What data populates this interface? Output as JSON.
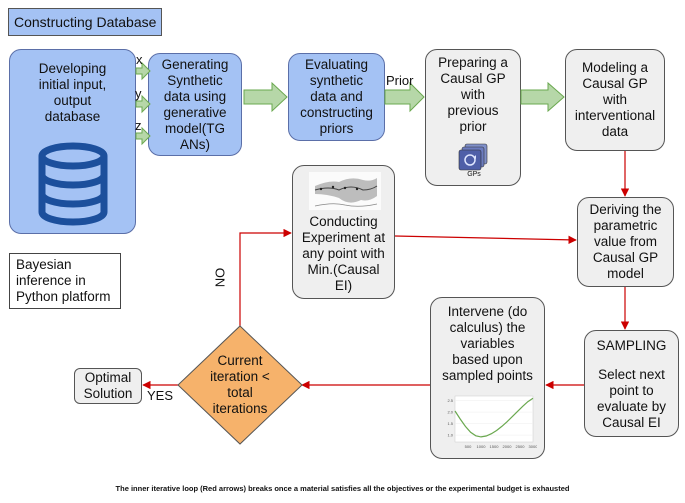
{
  "title": "Constructing Database",
  "nodes": {
    "developing": "Developing\ninitial input,\noutput\ndatabase",
    "generating": "Generating\nSynthetic\ndata using\ngenerative\nmodel(TG\nANs)",
    "evaluating": "Evaluating\nsynthetic\ndata and\nconstructing\npriors",
    "preparing": "Preparing a\nCausal GP\nwith\nprevious\nprior",
    "modeling": "Modeling a\nCausal GP\nwith\ninterventional\ndata",
    "deriving": "Deriving the\nparametric\nvalue from\nCausal GP\nmodel",
    "sampling_title": "SAMPLING",
    "sampling_body": "Select next\npoint to\nevaluate by\nCausal EI",
    "intervene": "Intervene (do\ncalculus) the\nvariables\nbased upon\nsampled points",
    "conducting": "Conducting\nExperiment at\nany point with\nMin.(Causal\nEI)",
    "decision": "Current\niteration <\ntotal\niterations",
    "optimal": "Optimal\nSolution",
    "bayesian": "Bayesian\ninference in\nPython platform"
  },
  "labels": {
    "x": "x",
    "y": "y",
    "z": "z",
    "prior": "Prior",
    "no": "NO",
    "yes": "YES",
    "gps": "GPs"
  },
  "chart_data": {
    "type": "line",
    "x": [
      0,
      200,
      400,
      600,
      800,
      1000,
      1200,
      1400,
      1600,
      1800,
      2000,
      2200,
      2400,
      2600,
      2800,
      3000
    ],
    "values": [
      2.05,
      1.7,
      1.38,
      1.12,
      0.97,
      0.92,
      0.96,
      1.06,
      1.2,
      1.38,
      1.58,
      1.8,
      2.02,
      2.25,
      2.45,
      2.6
    ],
    "xticks": [
      "500",
      "1000",
      "1500",
      "2000",
      "2500",
      "3000"
    ],
    "yticks": [
      "1.0",
      "1.5",
      "2.0",
      "2.5"
    ],
    "xlim": [
      0,
      3000
    ],
    "ylim": [
      0.7,
      2.7
    ],
    "color": "#6aa84f"
  },
  "colors": {
    "blue_box": "#a4c2f4",
    "grey_box": "#efefef",
    "green_arrow": "#b6d7a8",
    "red_line": "#cc0000",
    "decision": "#f6b26b",
    "database": "#1c4f9c"
  },
  "footer": "The inner iterative loop (Red arrows) breaks once a material satisfies all the objectives or the experimental budget is exhausted"
}
